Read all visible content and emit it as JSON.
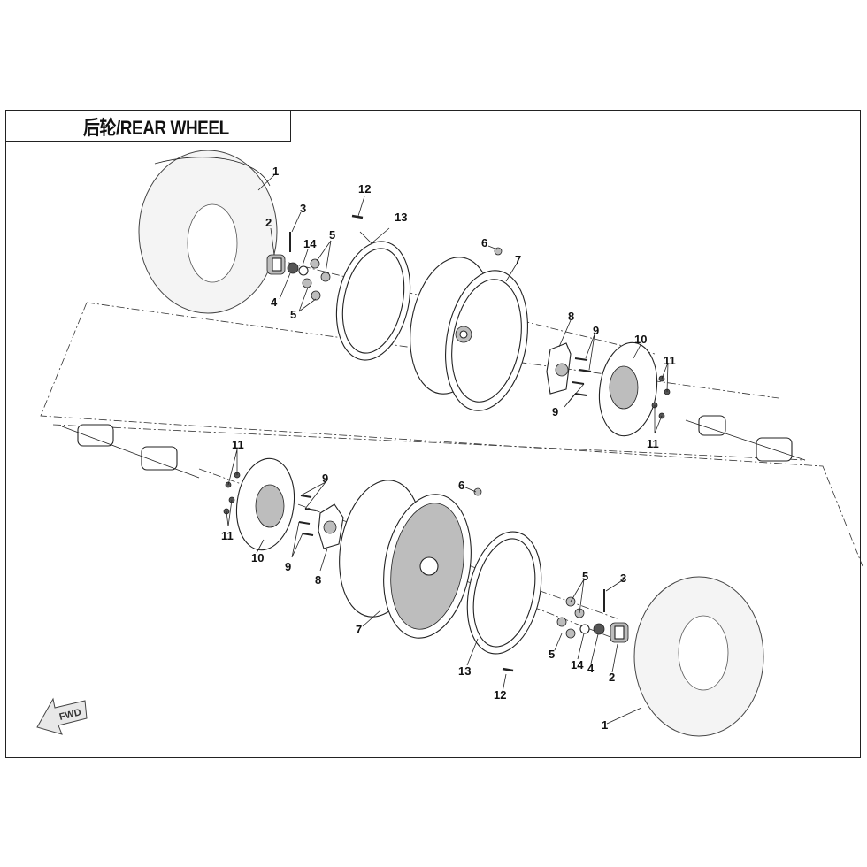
{
  "title": "后轮/REAR WHEEL",
  "fwd_label": "FWD",
  "callouts": {
    "c1a": "1",
    "c2a": "2",
    "c3a": "3",
    "c14a": "14",
    "c5a": "5",
    "c4a": "4",
    "c5b": "5",
    "c12a": "12",
    "c13a": "13",
    "c6a": "6",
    "c7a": "7",
    "c8a": "8",
    "c9a": "9",
    "c9b": "9",
    "c10a": "10",
    "c11a": "11",
    "c11b": "11",
    "c11c": "11",
    "c11d": "11",
    "c10b": "10",
    "c9c": "9",
    "c9d": "9",
    "c8b": "8",
    "c6b": "6",
    "c7b": "7",
    "c13b": "13",
    "c12b": "12",
    "c5c": "5",
    "c5d": "5",
    "c14b": "14",
    "c4b": "4",
    "c3b": "3",
    "c2b": "2",
    "c1b": "1"
  }
}
